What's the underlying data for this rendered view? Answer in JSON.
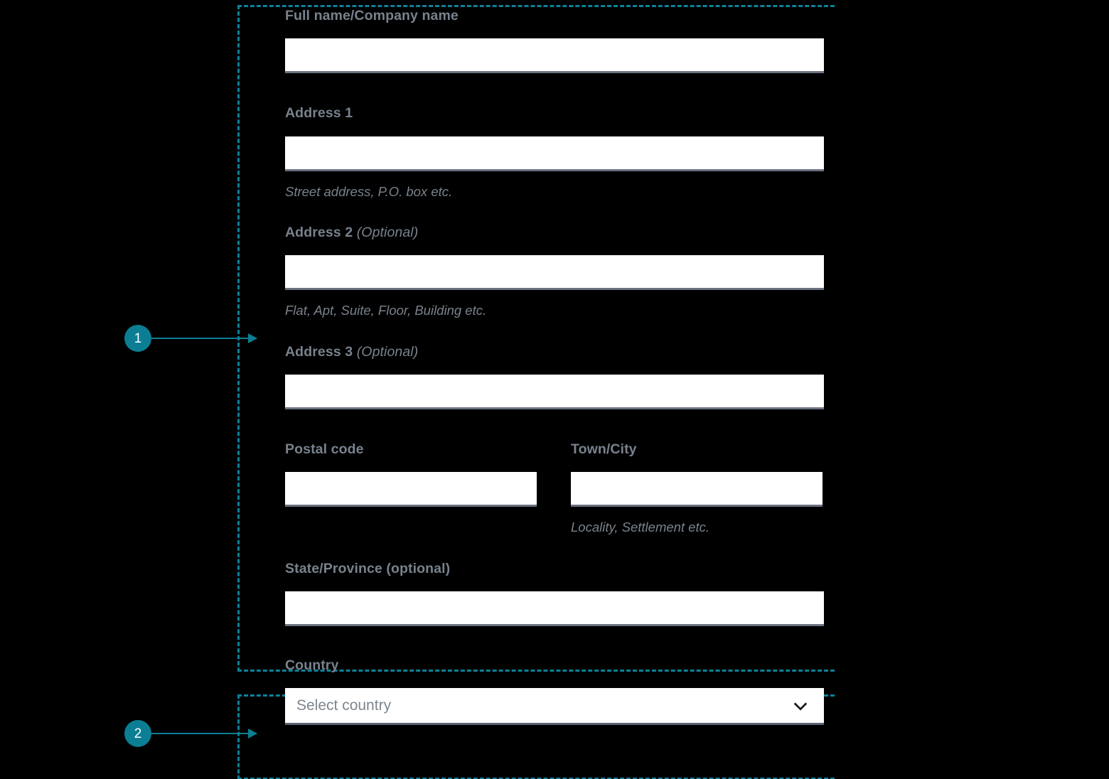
{
  "theme": {
    "background": "#000000",
    "accent_teal": "#0b7e94",
    "label_color": "#78828d",
    "hint_color": "#7a828b",
    "input_background": "#ffffff",
    "input_underline": "#6b7280"
  },
  "callouts": [
    {
      "number": "1",
      "icon": "arrow-right-icon"
    },
    {
      "number": "2",
      "icon": "arrow-right-icon"
    }
  ],
  "form": {
    "fields": [
      {
        "name": "full-name",
        "label": "Full name/Company name",
        "optional_note": "",
        "value": "",
        "placeholder": "",
        "hint": ""
      },
      {
        "name": "address-1",
        "label": "Address 1",
        "optional_note": "",
        "value": "",
        "placeholder": "",
        "hint": "Street address, P.O. box etc."
      },
      {
        "name": "address-2",
        "label": "Address 2 ",
        "optional_note": "(Optional)",
        "value": "",
        "placeholder": "",
        "hint": "Flat, Apt, Suite, Floor, Building etc."
      },
      {
        "name": "address-3",
        "label": "Address 3 ",
        "optional_note": "(Optional)",
        "value": "",
        "placeholder": "",
        "hint": ""
      },
      {
        "name": "postal-code",
        "label": "Postal code",
        "optional_note": "",
        "value": "",
        "placeholder": "",
        "hint": ""
      },
      {
        "name": "town-city",
        "label": "Town/City",
        "optional_note": "",
        "value": "",
        "placeholder": "",
        "hint": "Locality, Settlement etc."
      },
      {
        "name": "state-province",
        "label": "State/Province (optional)",
        "optional_note": "",
        "value": "",
        "placeholder": "",
        "hint": ""
      },
      {
        "name": "country",
        "label": "Country",
        "optional_note": "",
        "value": "",
        "placeholder": "Select country",
        "hint": "",
        "control": "select",
        "icon": "chevron-down-icon"
      }
    ]
  }
}
